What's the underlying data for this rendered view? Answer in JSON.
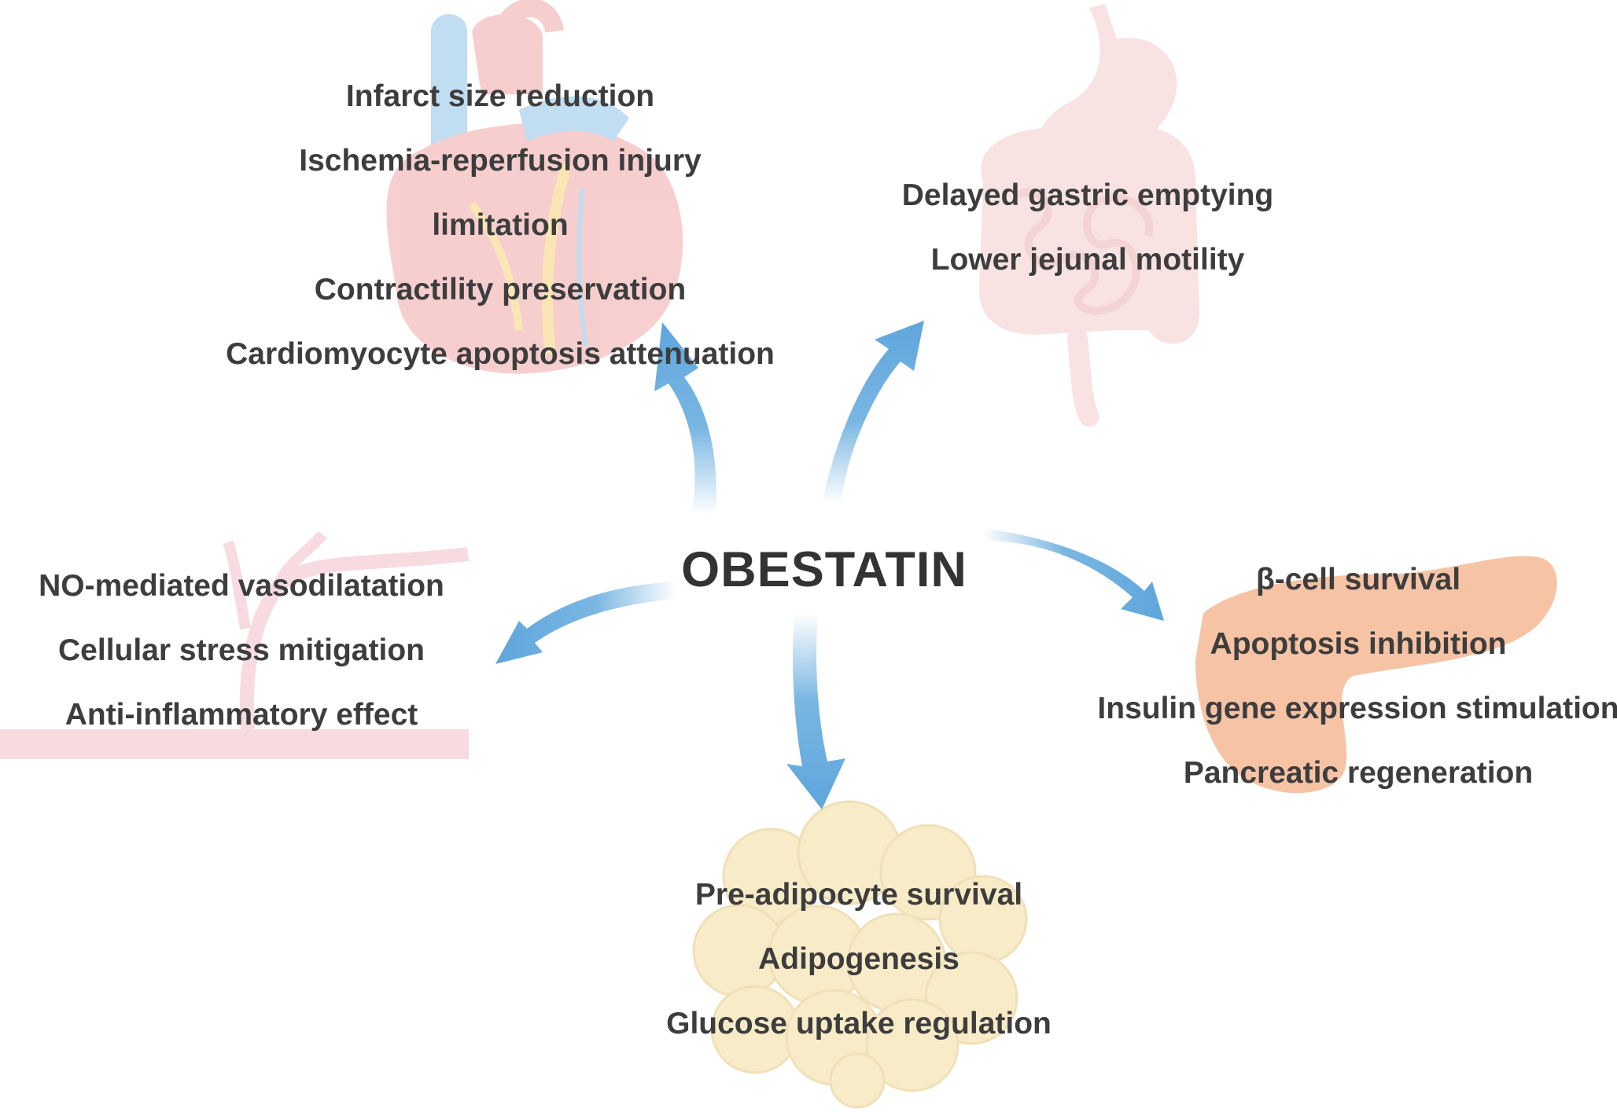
{
  "center": {
    "title": "OBESTATIN"
  },
  "heart": {
    "effects": [
      "Infarct size reduction",
      "Ischemia-reperfusion injury",
      "limitation",
      "Contractility preservation",
      "Cardiomyocyte apoptosis attenuation"
    ]
  },
  "gut": {
    "effects": [
      "Delayed gastric emptying",
      "Lower jejunal motility"
    ]
  },
  "vessel": {
    "effects": [
      "NO-mediated vasodilatation",
      "Cellular stress mitigation",
      "Anti-inflammatory effect"
    ]
  },
  "pancreas": {
    "effects": [
      "β-cell survival",
      "Apoptosis inhibition",
      "Insulin gene expression stimulation",
      "Pancreatic regeneration"
    ]
  },
  "adipose": {
    "effects": [
      "Pre-adipocyte survival",
      "Adipogenesis",
      "Glucose uptake regulation"
    ]
  },
  "colors": {
    "arrow": "#6aaedf",
    "heart": "#f2a7a7",
    "vein": "#8ec3e8",
    "gut": "#f3c6c6",
    "vessel": "#f0b8c3",
    "pancreas": "#f4b48f",
    "adipose": "#f6e3b0",
    "text": "#3d3d3d"
  }
}
